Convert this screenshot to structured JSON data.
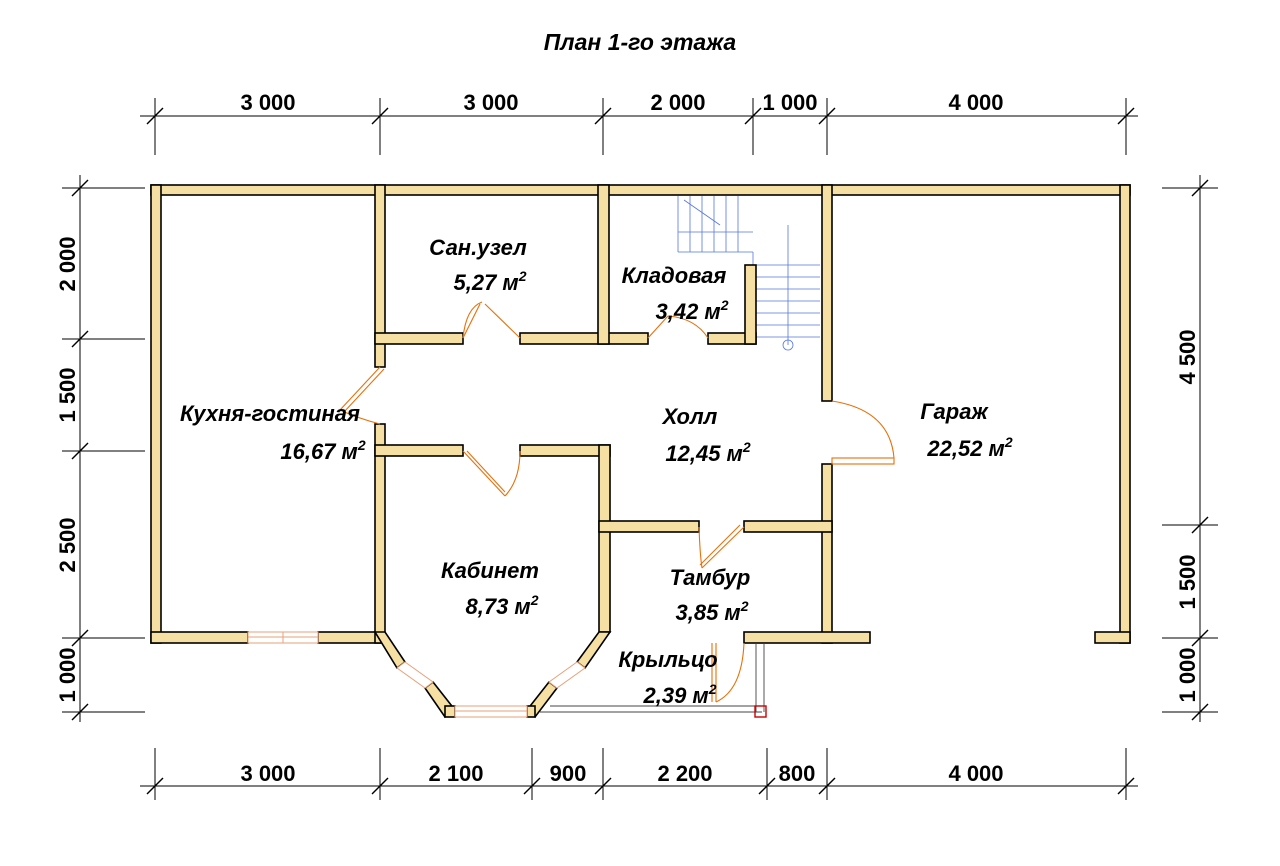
{
  "title": "План 1-го этажа",
  "dims": {
    "top": [
      "3 000",
      "3 000",
      "2 000",
      "1 000",
      "4 000"
    ],
    "bottom": [
      "3 000",
      "2 100",
      "900",
      "2 200",
      "800",
      "4 000"
    ],
    "left": [
      "2 000",
      "1 500",
      "2 500",
      "1 000"
    ],
    "right": [
      "4 500",
      "1 500",
      "1 000"
    ]
  },
  "rooms": [
    {
      "name": "Сан.узел",
      "area": "5,27 м"
    },
    {
      "name": "Кладовая",
      "area": "3,42 м"
    },
    {
      "name": "Кухня-гостиная",
      "area": "16,67 м"
    },
    {
      "name": "Холл",
      "area": "12,45 м"
    },
    {
      "name": "Гараж",
      "area": "22,52 м"
    },
    {
      "name": "Кабинет",
      "area": "8,73 м"
    },
    {
      "name": "Тамбур",
      "area": "3,85 м"
    },
    {
      "name": "Крыльцо",
      "area": "2,39 м"
    }
  ],
  "sq": "2",
  "colors": {
    "wall": "#f5dfa2",
    "door": "#e8700a",
    "stair": "#5577dd",
    "post": "#cc0000"
  }
}
